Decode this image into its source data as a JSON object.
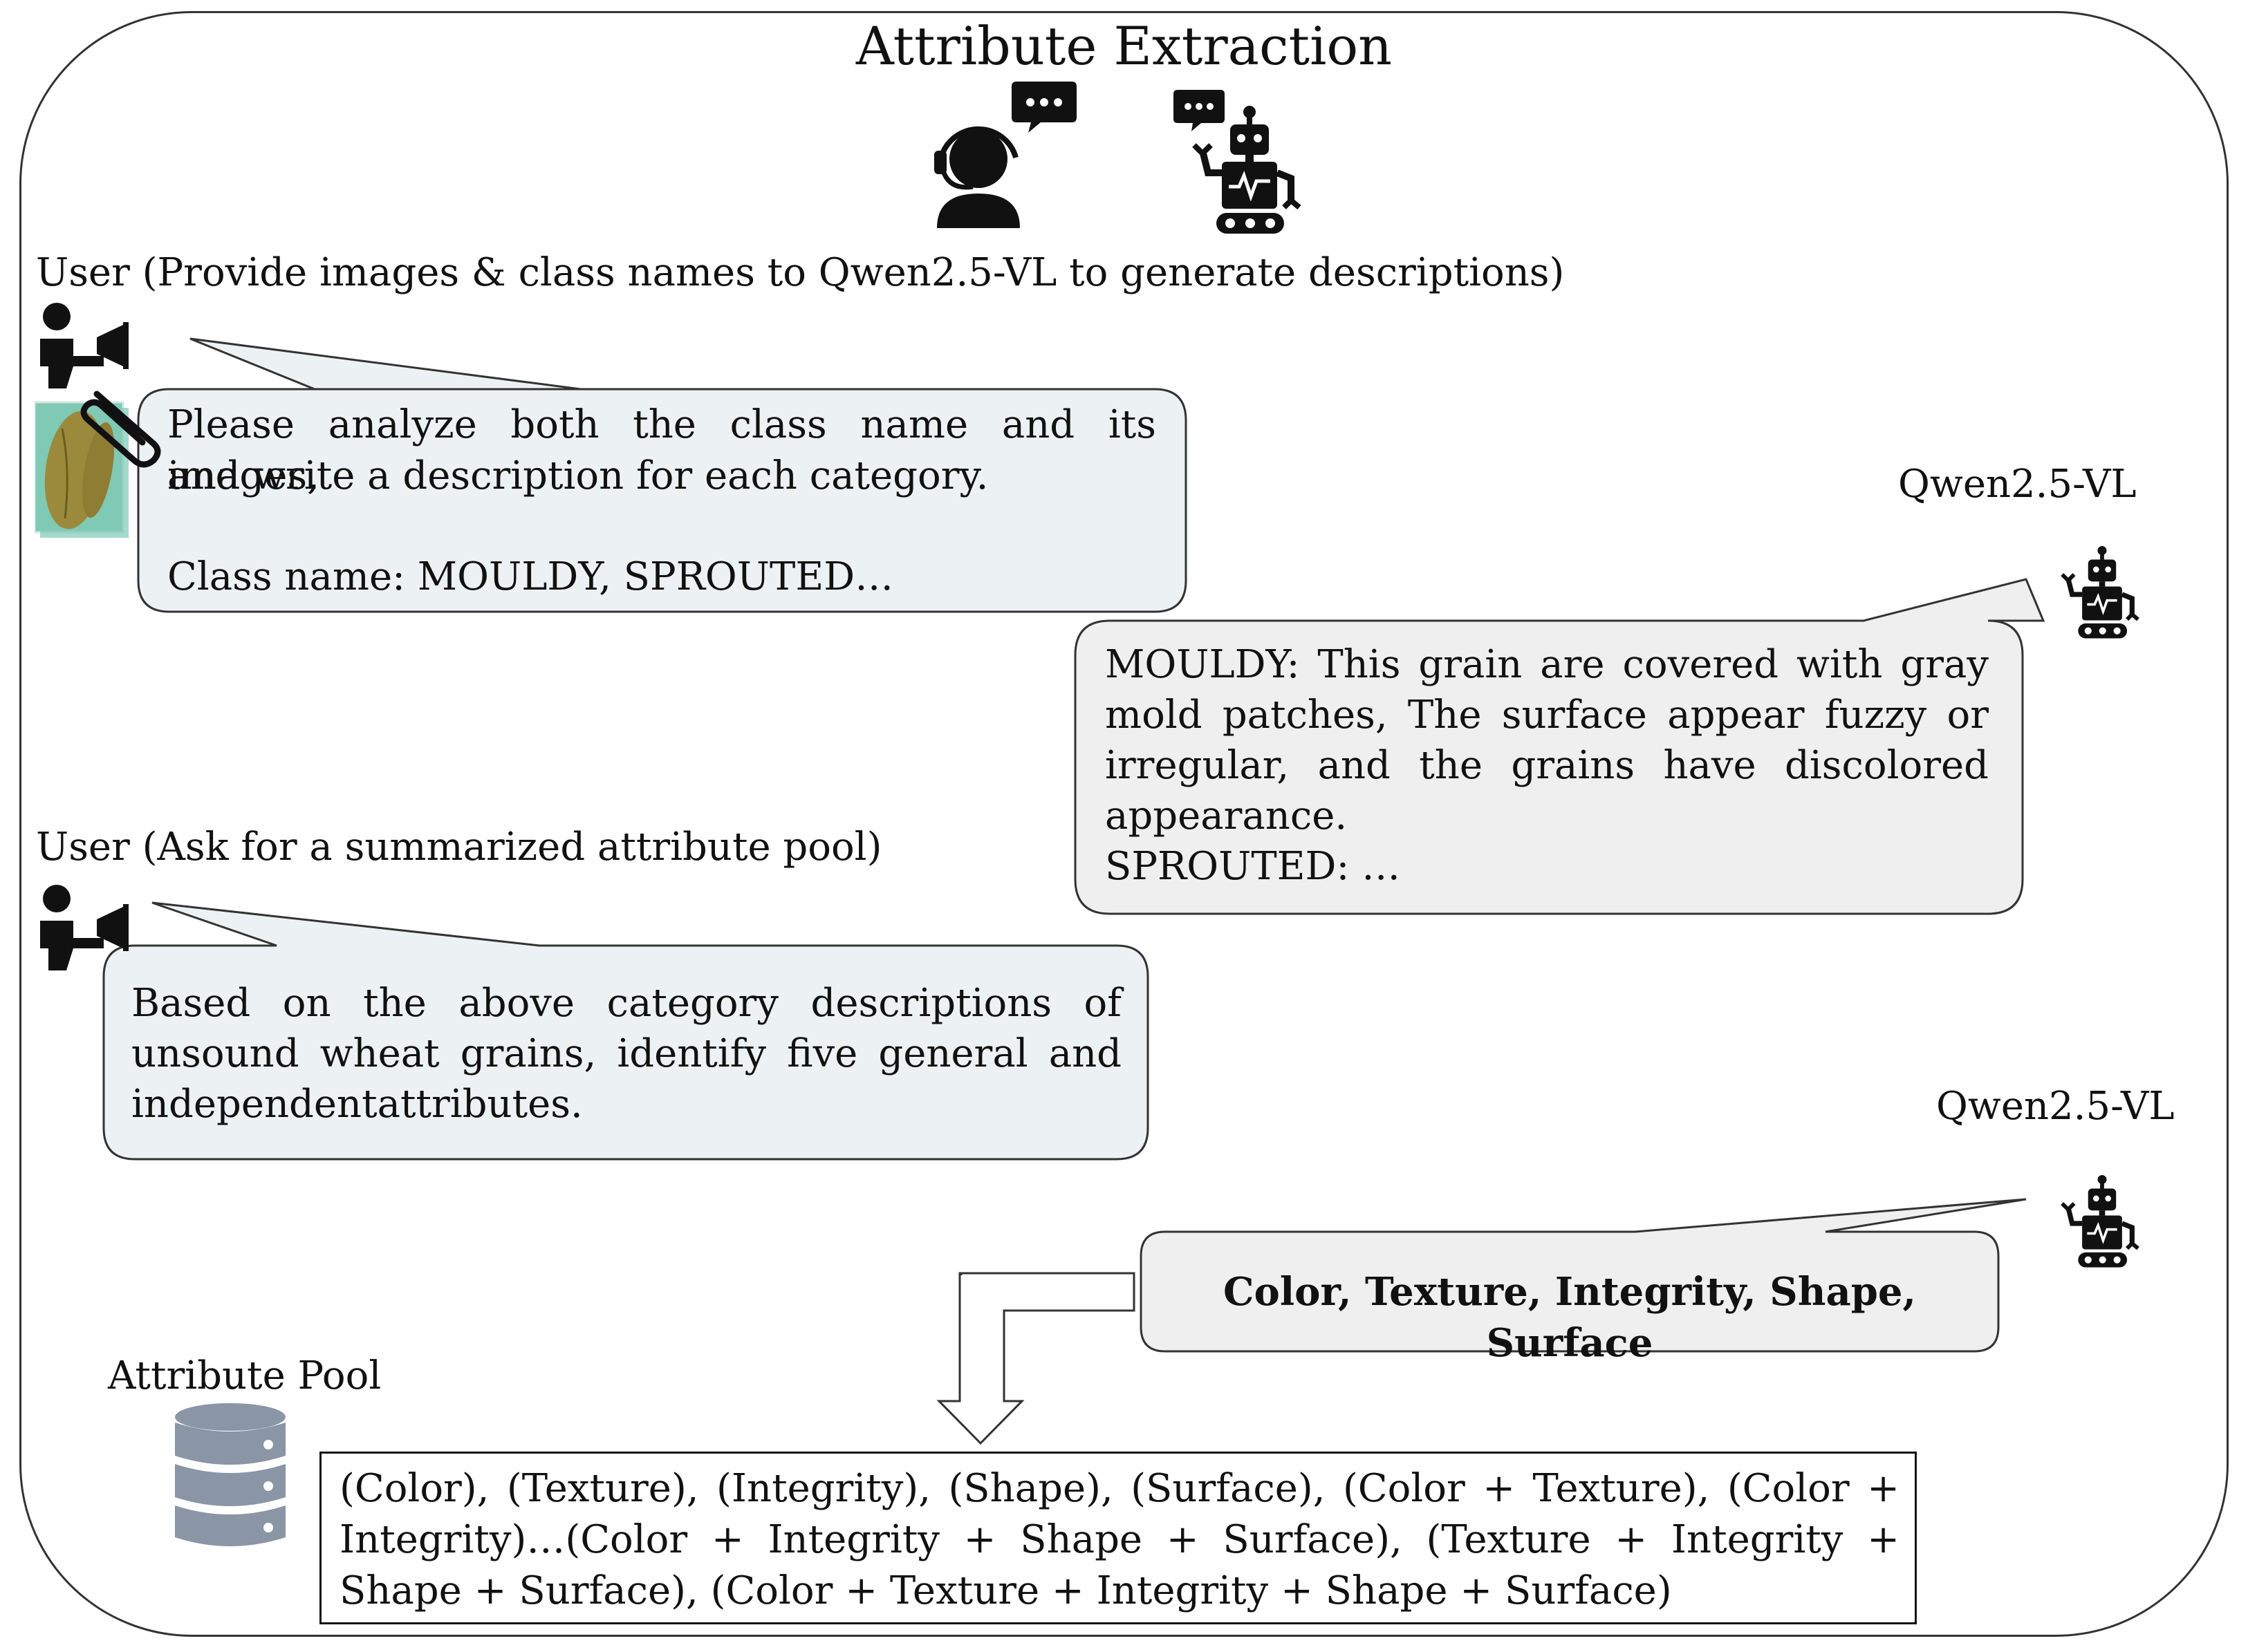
{
  "title": "Attribute Extraction",
  "user_label_1": "User (Provide images & class names to Qwen2.5-VL to generate descriptions)",
  "user_prompt_1": {
    "line1": "Please analyze both the class name and its images,",
    "line2": "and write a description for each category.",
    "line3": "Class name: MOULDY, SPROUTED…"
  },
  "qwen_label_1": "Qwen2.5-VL",
  "qwen_response_1": {
    "line1": "MOULDY: This grain are covered with gray",
    "line2": "mold patches, The surface appear fuzzy or",
    "line3": "irregular, and the grains have discolored",
    "line4": "appearance.",
    "line5": "SPROUTED: …"
  },
  "user_label_2": "User (Ask for a summarized attribute pool)",
  "user_prompt_2": {
    "line1": "Based on the above category descriptions of",
    "line2": "unsound wheat grains, identify five general and",
    "line3": "independentattributes."
  },
  "qwen_label_2": "Qwen2.5-VL",
  "qwen_response_2": "Color, Texture, Integrity, Shape, Surface",
  "pool_label": "Attribute Pool",
  "pool_text": "(Color), (Texture), (Integrity), (Shape), (Surface), (Color + Texture), (Color + Integrity)…(Color + Integrity + Shape + Surface), (Texture + Integrity + Shape + Surface), (Color + Texture + Integrity + Shape + Surface)",
  "colors": {
    "user_bubble": "#ecf2f4",
    "qwen_bubble": "#efefef",
    "icon": "#111111",
    "database": "#8a95a5",
    "grain_bg": "#7fc9b5",
    "grain": "#9c8a3c"
  },
  "icons": [
    "headset-user-icon",
    "chat-bubble-icon",
    "robot-icon",
    "megaphone-user-icon",
    "paperclip-icon",
    "grain-image-thumbnail",
    "database-icon",
    "arrow-down-icon"
  ]
}
